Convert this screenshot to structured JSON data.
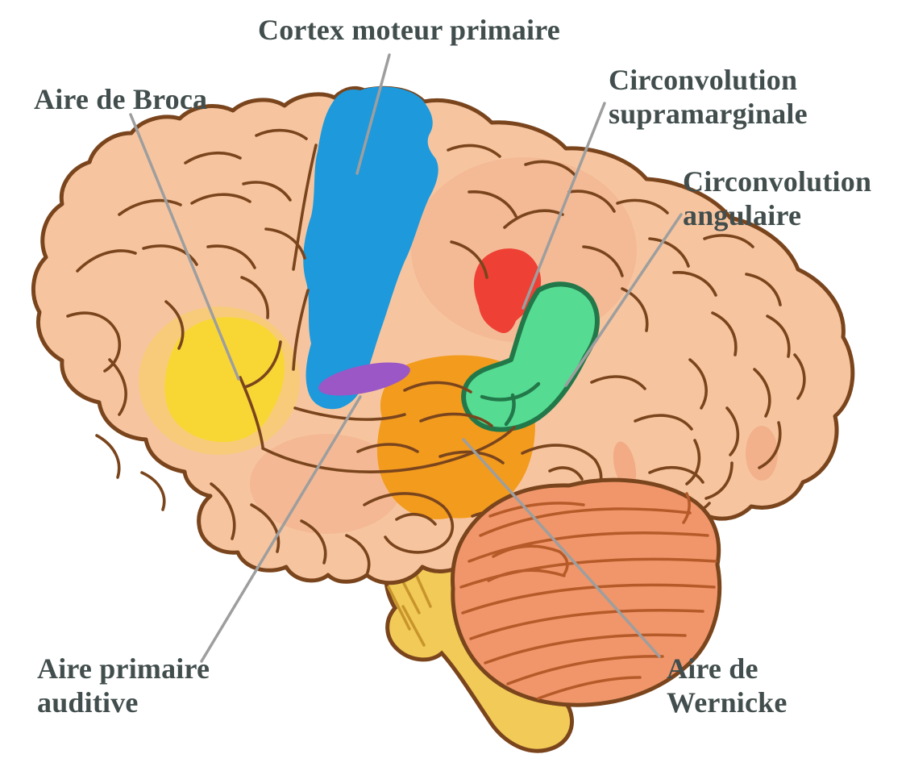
{
  "figure": {
    "subject": "Lateral view of the human brain with language areas (French labels)"
  },
  "labels": {
    "motor_cortex": "Cortex moteur primaire",
    "broca": "Aire de Broca",
    "supramarginal": "Circonvolution\nsupramarginale",
    "angular": "Circonvolution\nangulaire",
    "auditory": "Aire primaire\nauditive",
    "wernicke": "Aire de\nWernicke"
  },
  "colors": {
    "background": "#ffffff",
    "brain_fill": "#f6c5a0",
    "outline_brown": "#7a451d",
    "shading_pink": "#ee9670",
    "motor_cortex_blue": "#1d99dc",
    "broca_yellow": "#f8d735",
    "supramarginal_red": "#ee4034",
    "angular_green": "#55dc92",
    "angular_outline_green": "#23784a",
    "auditory_purple": "#9b57c6",
    "wernicke_orange": "#f39b1d",
    "cerebellum_fill": "#f0966a",
    "cerebellum_stripe": "#b55a28",
    "brainstem_yellow": "#f2ca57",
    "brainstem_hatch": "#c8952d",
    "label_text": "#424e4d",
    "leader_line": "#9e9e9e"
  }
}
